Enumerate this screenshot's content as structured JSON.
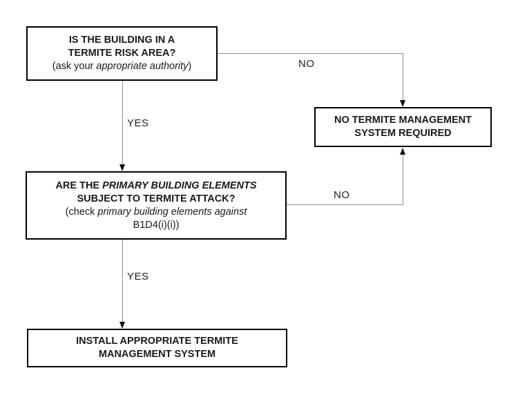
{
  "flowchart": {
    "colors": {
      "background": "#ffffff",
      "box_border": "#000000",
      "connector_line": "#8f8f8f",
      "arrowhead": "#111111",
      "text": "#1a1a1a"
    },
    "nodes": {
      "q1": {
        "line1": "IS THE BUILDING IN A",
        "line2": "TERMITE RISK AREA?",
        "note_prefix": "(ask your ",
        "note_italic": "appropriate authority",
        "note_suffix": ")"
      },
      "q2": {
        "line1_prefix": "ARE THE ",
        "line1_italic": "PRIMARY BUILDING ELEMENTS",
        "line2": "SUBJECT TO TERMITE ATTACK?",
        "note_prefix": "(check ",
        "note_italic": "primary building elements against",
        "note_line2": "B1D4(i)(i))"
      },
      "no_system": {
        "line1": "NO TERMITE MANAGEMENT",
        "line2": "SYSTEM REQUIRED"
      },
      "install": {
        "line1": "INSTALL APPROPRIATE TERMITE",
        "line2": "MANAGEMENT SYSTEM"
      }
    },
    "edge_labels": {
      "no1": "NO",
      "yes1": "YES",
      "no2": "NO",
      "yes2": "YES"
    }
  }
}
